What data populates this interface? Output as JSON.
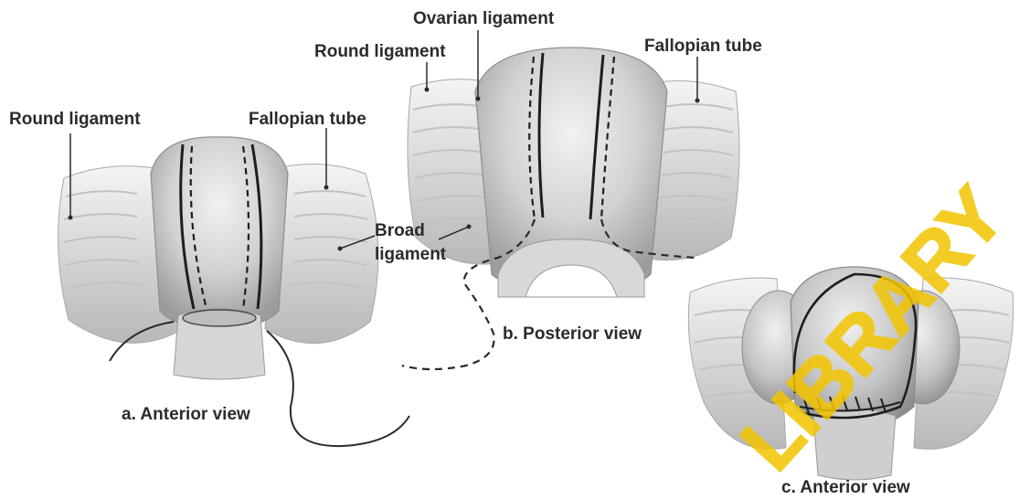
{
  "labels": {
    "panel_a": {
      "round_ligament": "Round ligament",
      "fallopian_tube": "Fallopian tube",
      "broad_ligament_line1": "Broad",
      "broad_ligament_line2": "ligament",
      "caption": "a. Anterior view"
    },
    "panel_b": {
      "ovarian_ligament": "Ovarian ligament",
      "round_ligament": "Round ligament",
      "fallopian_tube": "Fallopian tube",
      "caption": "b. Posterior view"
    },
    "panel_c": {
      "caption": "c. Anterior view"
    }
  },
  "watermark": "LIBRARY",
  "colors": {
    "tissue_light": "#e9e9e9",
    "tissue_mid": "#bdbdbd",
    "tissue_dark": "#8a8a8a",
    "incision": "#1e1e1e",
    "label_text": "#2b2b2b",
    "watermark": "#f2c500"
  }
}
